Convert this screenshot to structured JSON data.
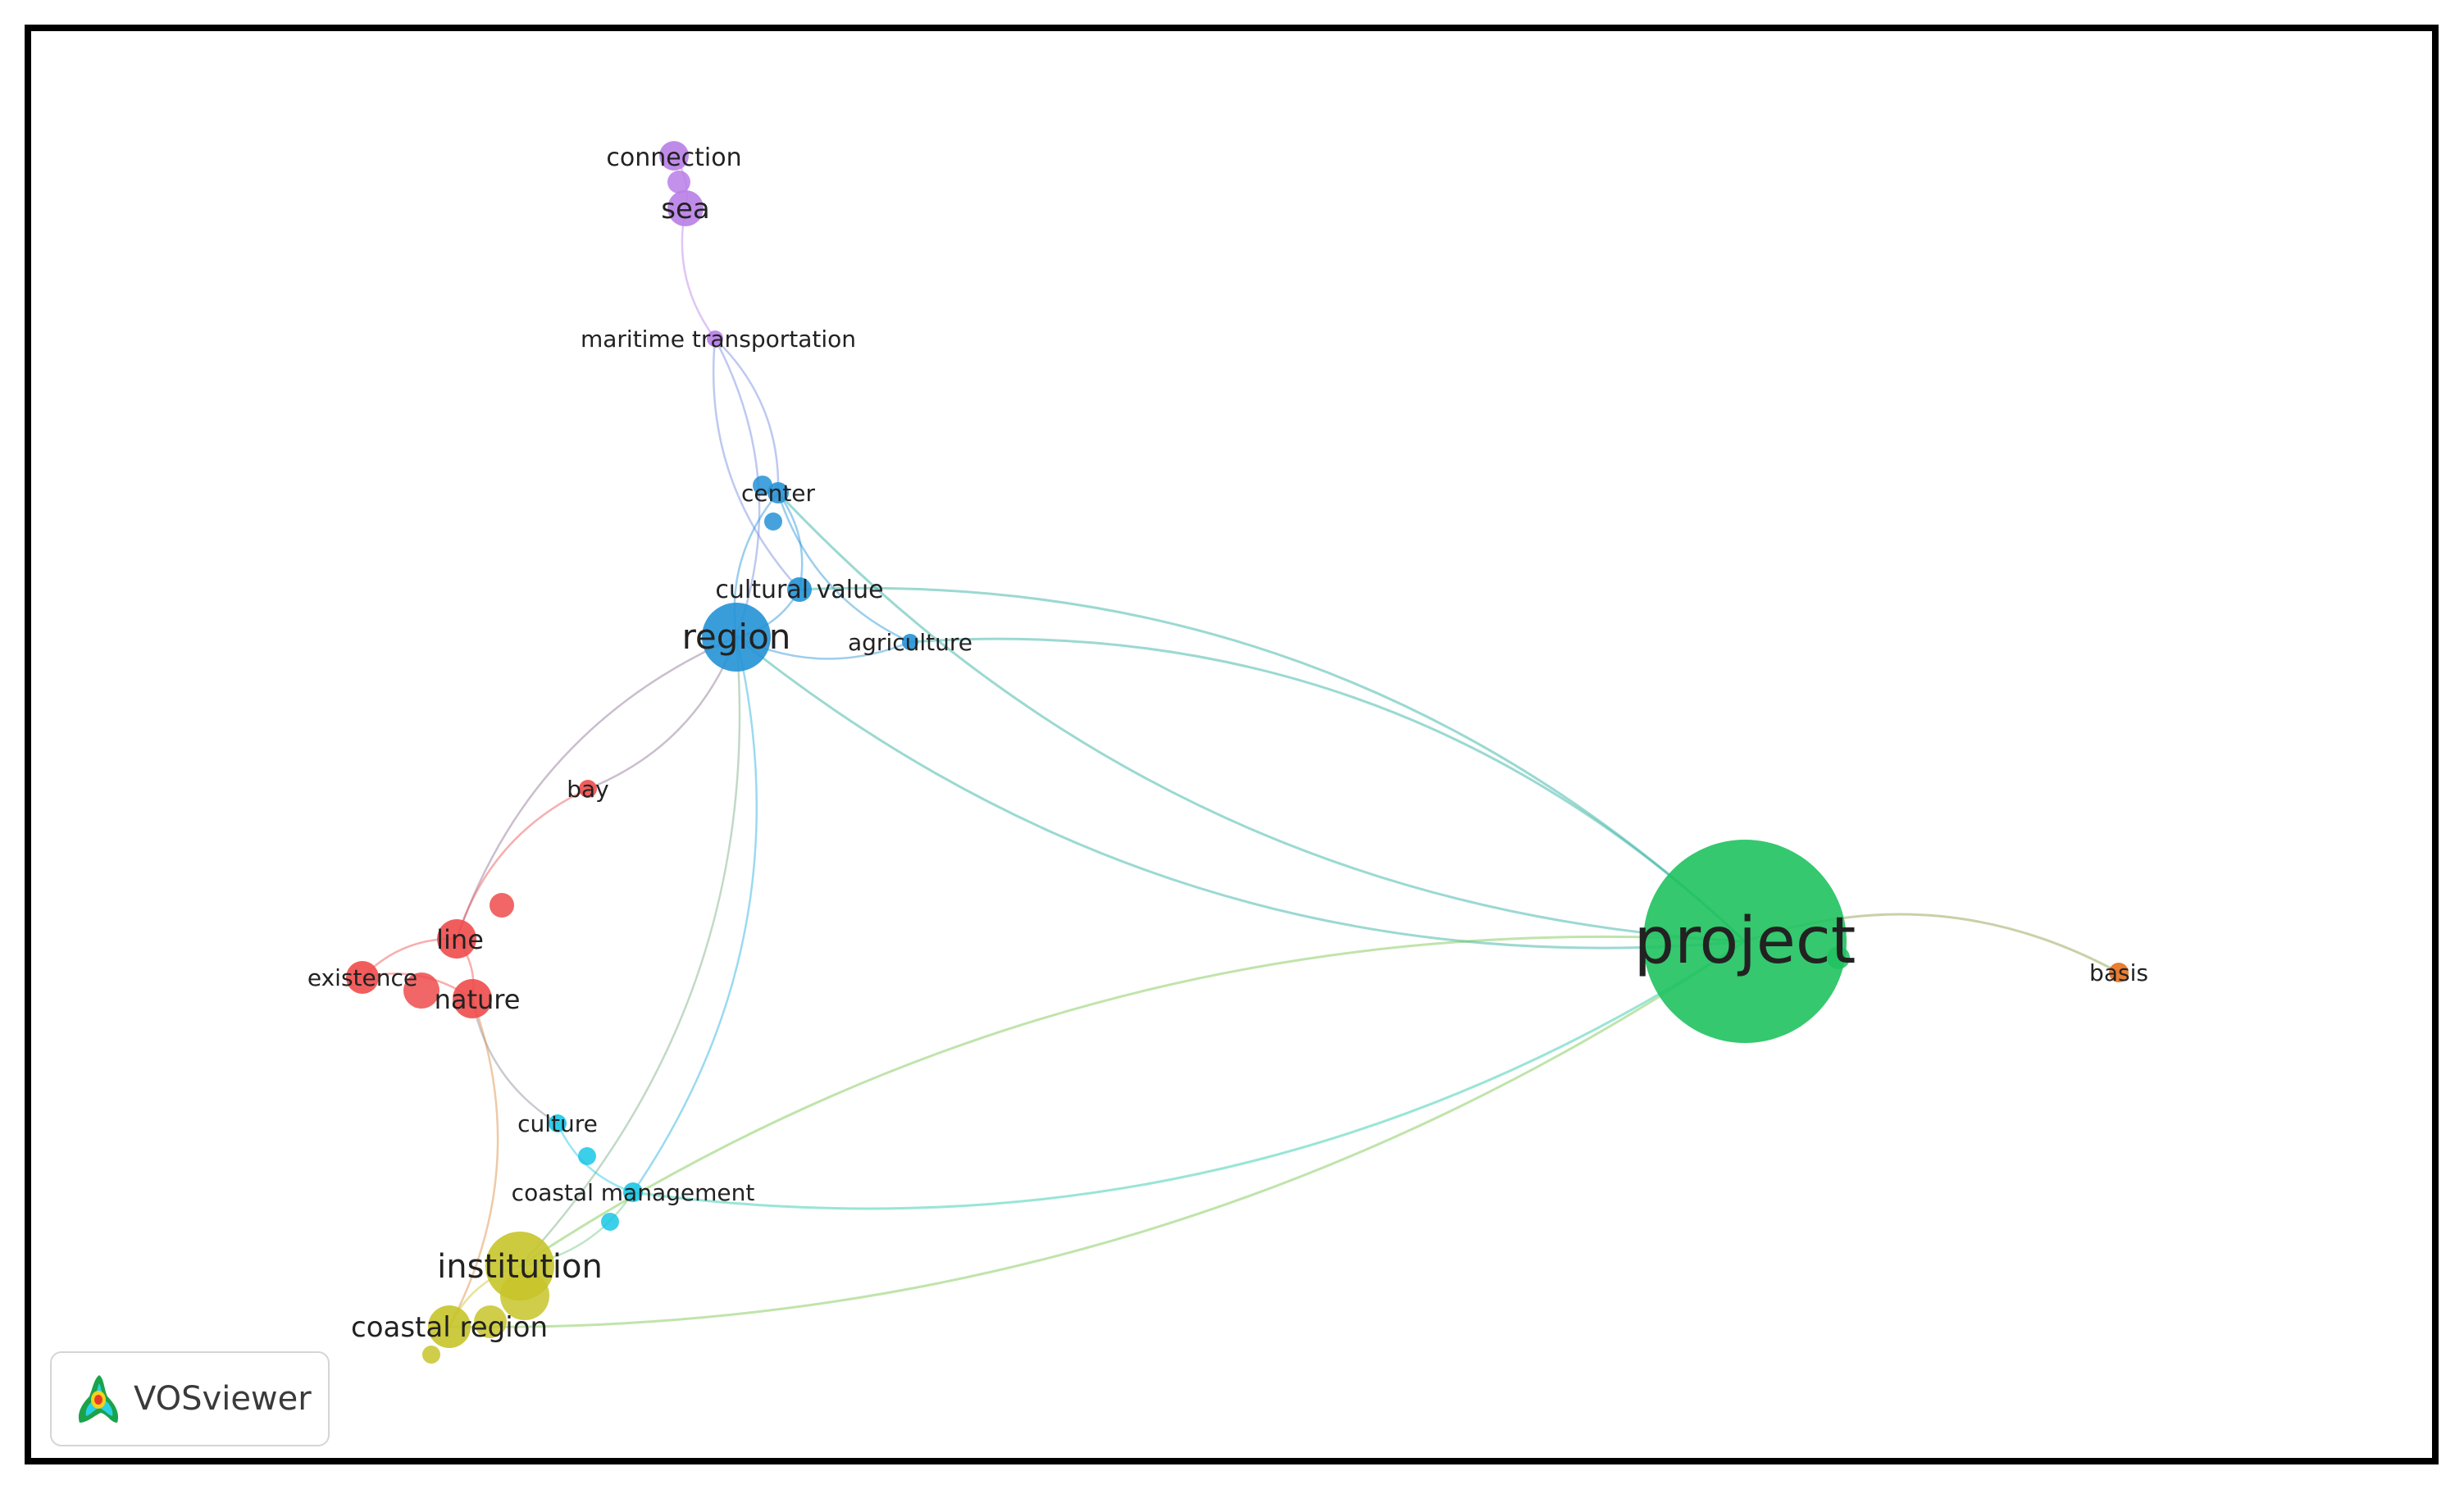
{
  "brand": {
    "name": "VOSviewer"
  },
  "colors": {
    "purple": "#b87ee6",
    "blue": "#2492d6",
    "red": "#ef4b4b",
    "cyan": "#19c7e6",
    "yellow": "#c7c42a",
    "green": "#1fc25f",
    "orange": "#e8701c"
  },
  "network": {
    "nodes": [
      {
        "id": "connection",
        "label": "connection",
        "cluster": "purple"
      },
      {
        "id": "sea",
        "label": "sea",
        "cluster": "purple"
      },
      {
        "id": "maritime",
        "label": "maritime transportation",
        "cluster": "purple"
      },
      {
        "id": "center",
        "label": "center",
        "cluster": "blue"
      },
      {
        "id": "cultural",
        "label": "cultural value",
        "cluster": "blue"
      },
      {
        "id": "agriculture",
        "label": "agriculture",
        "cluster": "blue"
      },
      {
        "id": "region",
        "label": "region",
        "cluster": "blue"
      },
      {
        "id": "bay",
        "label": "bay",
        "cluster": "red"
      },
      {
        "id": "line",
        "label": "line",
        "cluster": "red"
      },
      {
        "id": "existence",
        "label": "existence",
        "cluster": "red"
      },
      {
        "id": "nature",
        "label": "nature",
        "cluster": "red"
      },
      {
        "id": "culture",
        "label": "culture",
        "cluster": "cyan"
      },
      {
        "id": "coastal_mgmt",
        "label": "coastal management",
        "cluster": "cyan"
      },
      {
        "id": "institution",
        "label": "institution",
        "cluster": "yellow"
      },
      {
        "id": "coastal_region",
        "label": "coastal region",
        "cluster": "yellow"
      },
      {
        "id": "project",
        "label": "project",
        "cluster": "green"
      },
      {
        "id": "basis",
        "label": "basis",
        "cluster": "orange"
      }
    ]
  }
}
